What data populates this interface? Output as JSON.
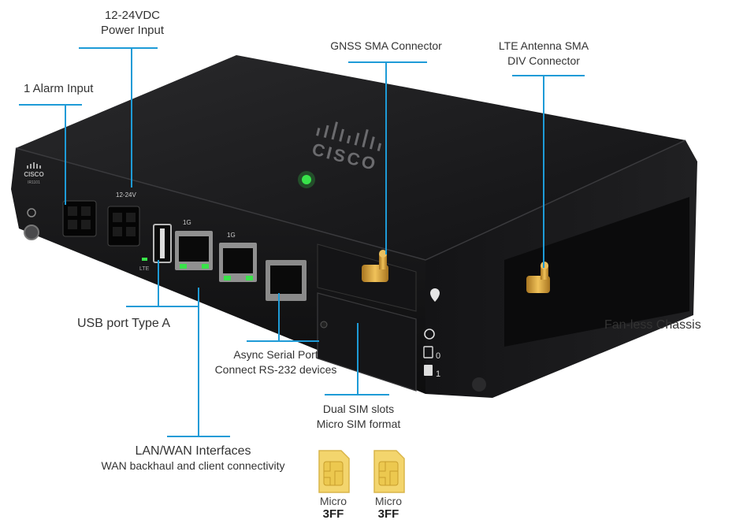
{
  "labels": {
    "power_input": {
      "line1": "12-24VDC",
      "line2": "Power Input"
    },
    "alarm_input": "1 Alarm Input",
    "gnss": "GNSS SMA Connector",
    "lte_antenna": {
      "line1": "LTE Antenna SMA",
      "line2": "DIV Connector"
    },
    "fanless": "Fan-less Chassis",
    "usb": "USB port Type A",
    "async_serial": {
      "line1": "Async Serial Port",
      "line2": "Connect RS-232 devices"
    },
    "dual_sim": {
      "line1": "Dual SIM slots",
      "line2": "Micro SIM format"
    },
    "lan_wan": {
      "line1": "LAN/WAN Interfaces",
      "line2": "WAN backhaul and client connectivity"
    }
  },
  "sim_cards": [
    {
      "line1": "Micro",
      "line2": "3FF"
    },
    {
      "line1": "Micro",
      "line2": "3FF"
    }
  ],
  "device_marks": {
    "brand": "CISCO",
    "model": "IR1101",
    "voltage": "12-24V",
    "lte": "LTE",
    "port_1g_a": "1G",
    "port_1g_b": "1G",
    "sim0": "0",
    "sim1": "1"
  },
  "colors": {
    "leader": "#1e9bd7",
    "chassis": "#1b1b1d",
    "led": "#39e34a",
    "gold": "#d6a23b"
  }
}
